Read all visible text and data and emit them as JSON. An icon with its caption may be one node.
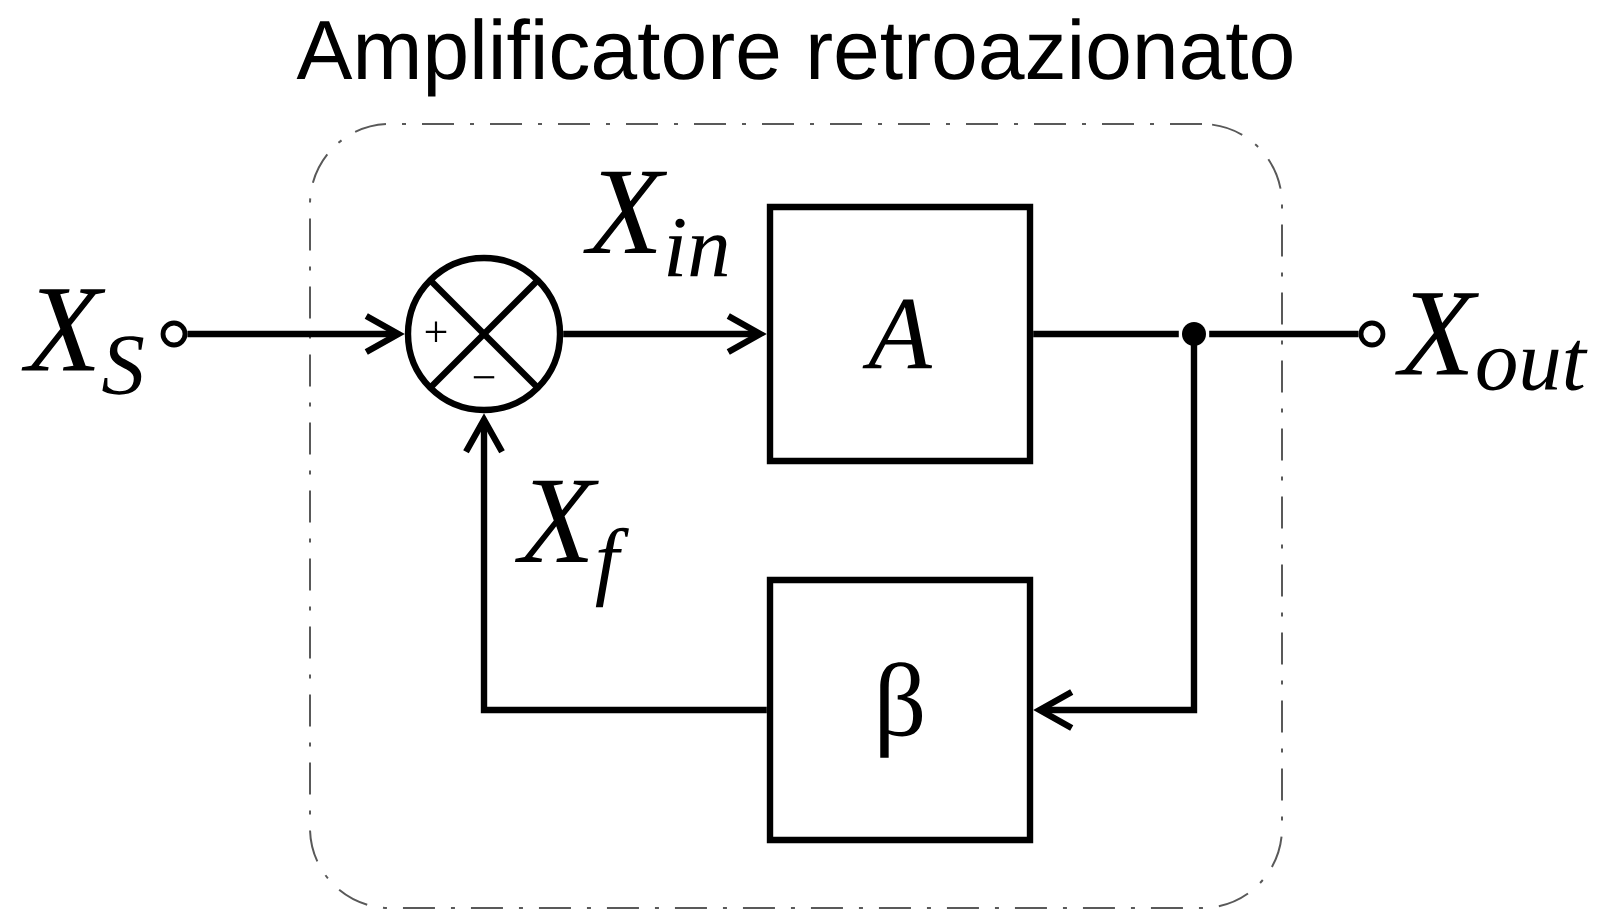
{
  "diagram": {
    "nodes": [
      {
        "text": [
          "Amplificatore retroazionato"
        ]
      },
      {
        "text": [],
        "shape": "circle",
        "beside": [
          "X$_{S}$"
        ]
      },
      {
        "text": [
          "+",
          "−"
        ],
        "in": 0
      },
      {
        "text": [
          "A"
        ],
        "in": 0
      },
      {
        "text": [],
        "shape": "circle",
        "in": 0
      },
      {
        "text": [],
        "shape": "circle",
        "beside": [
          "X$_{out}$"
        ]
      },
      {
        "text": [
          "β"
        ],
        "in": 0
      }
    ],
    "edges": [
      {
        "from": 1,
        "to": 2,
        "arrow": "to"
      },
      {
        "from": 2,
        "to": 3,
        "arrow": "to",
        "label": "X$_{in}$"
      },
      {
        "from": 3,
        "to": 4,
        "arrow": "none"
      },
      {
        "from": 4,
        "to": 5,
        "arrow": "none"
      },
      {
        "from": 4,
        "to": 6,
        "arrow": "to"
      },
      {
        "from": 6,
        "to": 2,
        "arrow": "to",
        "label": "X$_{f}$"
      }
    ]
  }
}
